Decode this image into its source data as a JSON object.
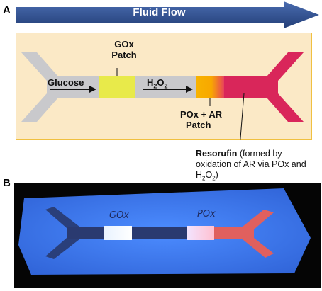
{
  "panel_a": {
    "letter": "A",
    "flow_label": "Fluid Flow",
    "gox_label_line1": "GOx",
    "gox_label_line2": "Patch",
    "glucose_label": "Glucose",
    "h2o2_main": "H",
    "h2o2_sub1": "2",
    "h2o2_mid": "O",
    "h2o2_sub2": "2",
    "pox_label_line1": "POx + AR",
    "pox_label_line2": "Patch",
    "resorufin_bold": "Resorufin",
    "resorufin_rest1": " (formed by",
    "resorufin_line2": "oxidation of AR via POx and",
    "resorufin_line3_h": "H",
    "resorufin_line3_sub1": "2",
    "resorufin_line3_o": "O",
    "resorufin_line3_sub2": "2",
    "resorufin_line3_end": ")"
  },
  "panel_b": {
    "letter": "B",
    "hand_gox": "GOx",
    "hand_pox": "POx"
  },
  "colors": {
    "arrow_blue": "#2f4f8f",
    "box_fill": "#fbe9c6",
    "box_border": "#f0c040",
    "channel_gray": "#c9c9cc",
    "gox_yellow": "#e8ea4a",
    "pox_orange": "#f8b300",
    "resorufin_pink": "#d9265a",
    "paper_blue": "#3c7cf0",
    "background_black": "#050505"
  }
}
